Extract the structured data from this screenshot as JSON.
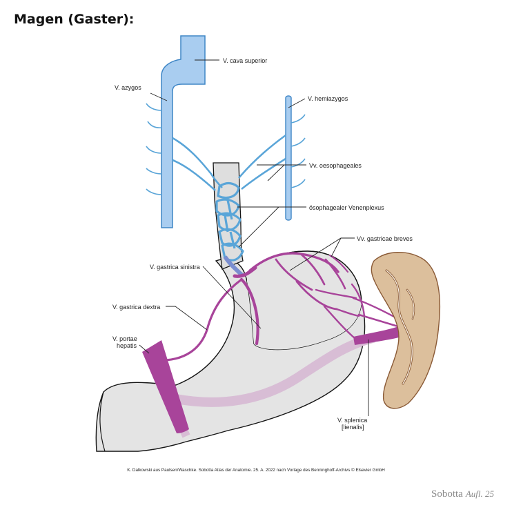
{
  "title": "Magen (Gaster):",
  "labels": {
    "v_cava_superior": "V. cava superior",
    "v_azygos": "V. azygos",
    "v_hemiazygos": "V. hemiazygos",
    "vv_oesophageales": "Vv. oesophageales",
    "oesophagealer_venenplexus": "ösophagealer Venenplexus",
    "vv_gastricae_breves": "Vv. gastricae breves",
    "v_gastrica_sinistra": "V. gastrica sinistra",
    "v_gastrica_dextra": "V. gastrica dextra",
    "v_portae_hepatis_1": "V. portae",
    "v_portae_hepatis_2": "hepatis",
    "v_splenica_1": "V. splenica",
    "v_splenica_2": "[lienalis]"
  },
  "credit": "K. Dalkowski aus Paulsen/Waschke. Sobotta Atlas der Anatomie. 25. A. 2022 nach Vorlage des Benninghoff-Archivs © Elsevier GmbH",
  "brand": {
    "name": "Sobotta",
    "edition": "Aufl. 25"
  },
  "colors": {
    "caval_vein": "#a9cdf0",
    "caval_outline": "#3f86c6",
    "esophageal_vein": "#5aa5d8",
    "portal_vein": "#a8449a",
    "stomach_fill": "#e4e4e4",
    "spleen_fill": "#dcbf9c",
    "spleen_outline": "#8a5a36"
  }
}
